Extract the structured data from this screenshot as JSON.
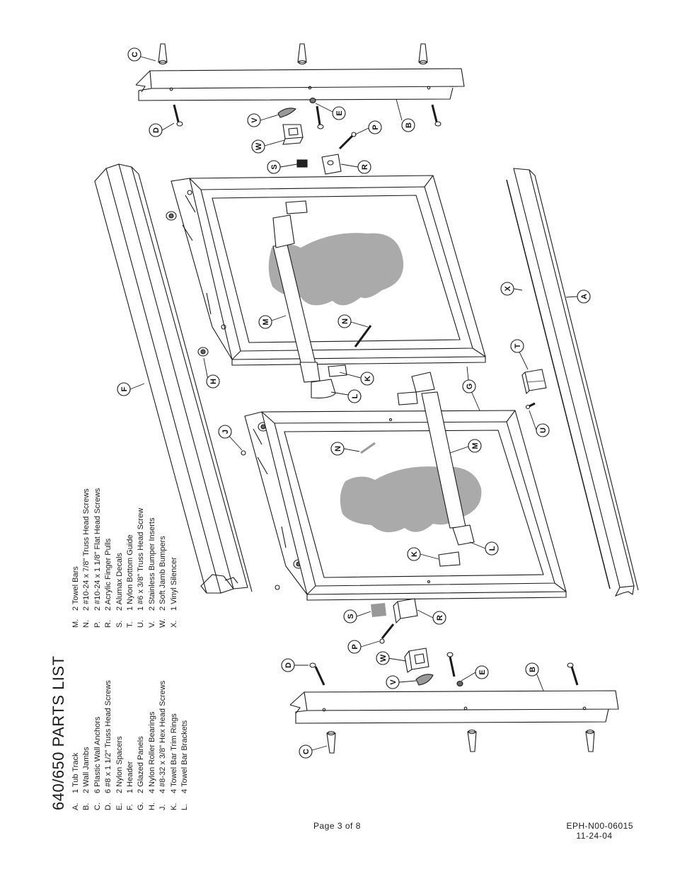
{
  "parts_list": {
    "title": "640/650 PARTS LIST",
    "left_column": [
      {
        "letter": "A.",
        "text": "1 Tub Track"
      },
      {
        "letter": "B.",
        "text": "2 Wall Jambs"
      },
      {
        "letter": "C.",
        "text": "6 Plastic Wall Anchors"
      },
      {
        "letter": "D.",
        "text": "6 #8 x 1 1/2\" Truss Head Screws"
      },
      {
        "letter": "E.",
        "text": "2 Nylon Spacers"
      },
      {
        "letter": "F.",
        "text": "1 Header"
      },
      {
        "letter": "G.",
        "text": "2 Glazed Panels"
      },
      {
        "letter": "H.",
        "text": "4 Nylon Roller Bearings"
      },
      {
        "letter": "J.",
        "text": "4 #8-32 x 3/8\" Hex Head Screws"
      },
      {
        "letter": "K.",
        "text": "4 Towel Bar Trim Rings"
      },
      {
        "letter": "L.",
        "text": "4 Towel Bar Brackets"
      }
    ],
    "right_column": [
      {
        "letter": "M.",
        "text": "2 Towel Bars"
      },
      {
        "letter": "N.",
        "text": "2 #10-24 x 7/8\" Truss Head Screws"
      },
      {
        "letter": "P.",
        "text": "2 #10-24 x 1 1/8\" Flat Head Screws"
      },
      {
        "letter": "R.",
        "text": "2 Acrylic Finger Pulls"
      },
      {
        "letter": "S.",
        "text": "2 Alumax Decals"
      },
      {
        "letter": "T.",
        "text": "1 Nylon Bottom Guide"
      },
      {
        "letter": "U.",
        "text": "1 #6 x 3/8\" Truss Head Screw"
      },
      {
        "letter": "V.",
        "text": "2 Stainless Bumper Inserts"
      },
      {
        "letter": "W.",
        "text": "2 Soft Jamb Bumpers"
      },
      {
        "letter": "X.",
        "text": "1 Vinyl Silencer"
      }
    ]
  },
  "callouts": [
    {
      "id": "callout-c-top",
      "label": "C"
    },
    {
      "id": "callout-d-top",
      "label": "D"
    },
    {
      "id": "callout-v-top",
      "label": "V"
    },
    {
      "id": "callout-e-top",
      "label": "E"
    },
    {
      "id": "callout-b-top",
      "label": "B"
    },
    {
      "id": "callout-p-top",
      "label": "P"
    },
    {
      "id": "callout-w-top",
      "label": "W"
    },
    {
      "id": "callout-s-top",
      "label": "S"
    },
    {
      "id": "callout-r-top",
      "label": "R"
    },
    {
      "id": "callout-x",
      "label": "X"
    },
    {
      "id": "callout-a",
      "label": "A"
    },
    {
      "id": "callout-m-top",
      "label": "M"
    },
    {
      "id": "callout-n-top",
      "label": "N"
    },
    {
      "id": "callout-t",
      "label": "T"
    },
    {
      "id": "callout-h",
      "label": "H"
    },
    {
      "id": "callout-k-top",
      "label": "K"
    },
    {
      "id": "callout-l-top",
      "label": "L"
    },
    {
      "id": "callout-g",
      "label": "G"
    },
    {
      "id": "callout-f",
      "label": "F"
    },
    {
      "id": "callout-j",
      "label": "J"
    },
    {
      "id": "callout-u",
      "label": "U"
    },
    {
      "id": "callout-n-bottom",
      "label": "N"
    },
    {
      "id": "callout-m-bottom",
      "label": "M"
    },
    {
      "id": "callout-k-bottom",
      "label": "K"
    },
    {
      "id": "callout-l-bottom",
      "label": "L"
    },
    {
      "id": "callout-s-bottom",
      "label": "S"
    },
    {
      "id": "callout-r-bottom",
      "label": "R"
    },
    {
      "id": "callout-p-bottom",
      "label": "P"
    },
    {
      "id": "callout-w-bottom",
      "label": "W"
    },
    {
      "id": "callout-d-bottom",
      "label": "D"
    },
    {
      "id": "callout-v-bottom",
      "label": "V"
    },
    {
      "id": "callout-e-bottom",
      "label": "E"
    },
    {
      "id": "callout-b-bottom",
      "label": "B"
    },
    {
      "id": "callout-c-bottom",
      "label": "C"
    }
  ],
  "footer": {
    "page": "Page  3  of  8",
    "doc_number": "EPH-N00-06015",
    "date": "11-24-04"
  }
}
